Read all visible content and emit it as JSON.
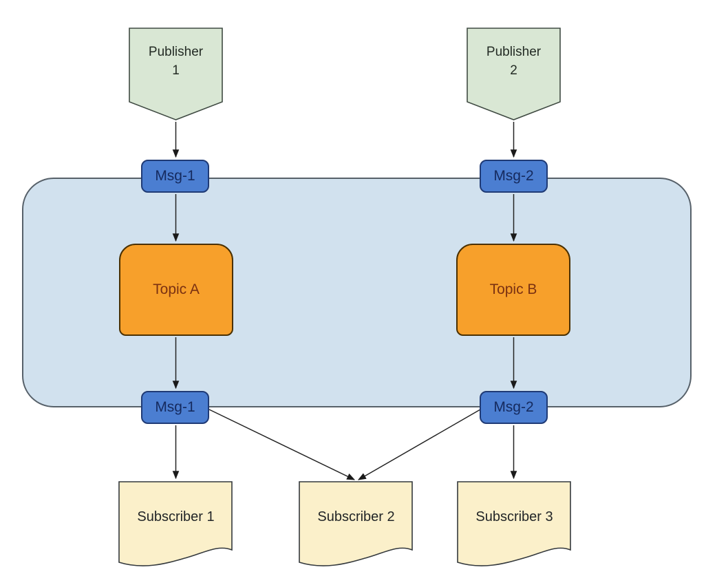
{
  "diagram": {
    "type": "pubsub-architecture",
    "nodes": {
      "publisher1": {
        "label": "Publisher 1",
        "shape": "pentagon-down"
      },
      "publisher2": {
        "label": "Publisher 2",
        "shape": "pentagon-down"
      },
      "msg1Top": {
        "label": "Msg-1",
        "shape": "rounded-rect"
      },
      "msg2Top": {
        "label": "Msg-2",
        "shape": "rounded-rect"
      },
      "topicA": {
        "label": "Topic A",
        "shape": "rounded-rect"
      },
      "topicB": {
        "label": "Topic B",
        "shape": "rounded-rect"
      },
      "msg1Bottom": {
        "label": "Msg-1",
        "shape": "rounded-rect"
      },
      "msg2Bottom": {
        "label": "Msg-2",
        "shape": "rounded-rect"
      },
      "subscriber1": {
        "label": "Subscriber 1",
        "shape": "document"
      },
      "subscriber2": {
        "label": "Subscriber 2",
        "shape": "document"
      },
      "subscriber3": {
        "label": "Subscriber 3",
        "shape": "document"
      }
    },
    "edges": [
      {
        "from": "publisher1",
        "to": "msg1Top"
      },
      {
        "from": "publisher2",
        "to": "msg2Top"
      },
      {
        "from": "msg1Top",
        "to": "topicA"
      },
      {
        "from": "msg2Top",
        "to": "topicB"
      },
      {
        "from": "topicA",
        "to": "msg1Bottom"
      },
      {
        "from": "topicB",
        "to": "msg2Bottom"
      },
      {
        "from": "msg1Bottom",
        "to": "subscriber1"
      },
      {
        "from": "msg1Bottom",
        "to": "subscriber2"
      },
      {
        "from": "msg2Bottom",
        "to": "subscriber2"
      },
      {
        "from": "msg2Bottom",
        "to": "subscriber3"
      }
    ],
    "colors": {
      "background": "#ffffff",
      "publisher_fill": "#d9e7d4",
      "publisher_border": "#3f4a42",
      "publisher_text": "#232b24",
      "message_fill": "#4b7ed1",
      "message_border": "#1f3a75",
      "message_text": "#152a5e",
      "topic_fill": "#f7a02b",
      "topic_border": "#4a3000",
      "topic_text": "#7a3112",
      "bus_fill": "#d1e1ee",
      "bus_border": "#566069",
      "subscriber_fill": "#fbf0ca",
      "subscriber_border": "#33383c",
      "subscriber_text": "#222527",
      "arrow": "#222222"
    }
  }
}
